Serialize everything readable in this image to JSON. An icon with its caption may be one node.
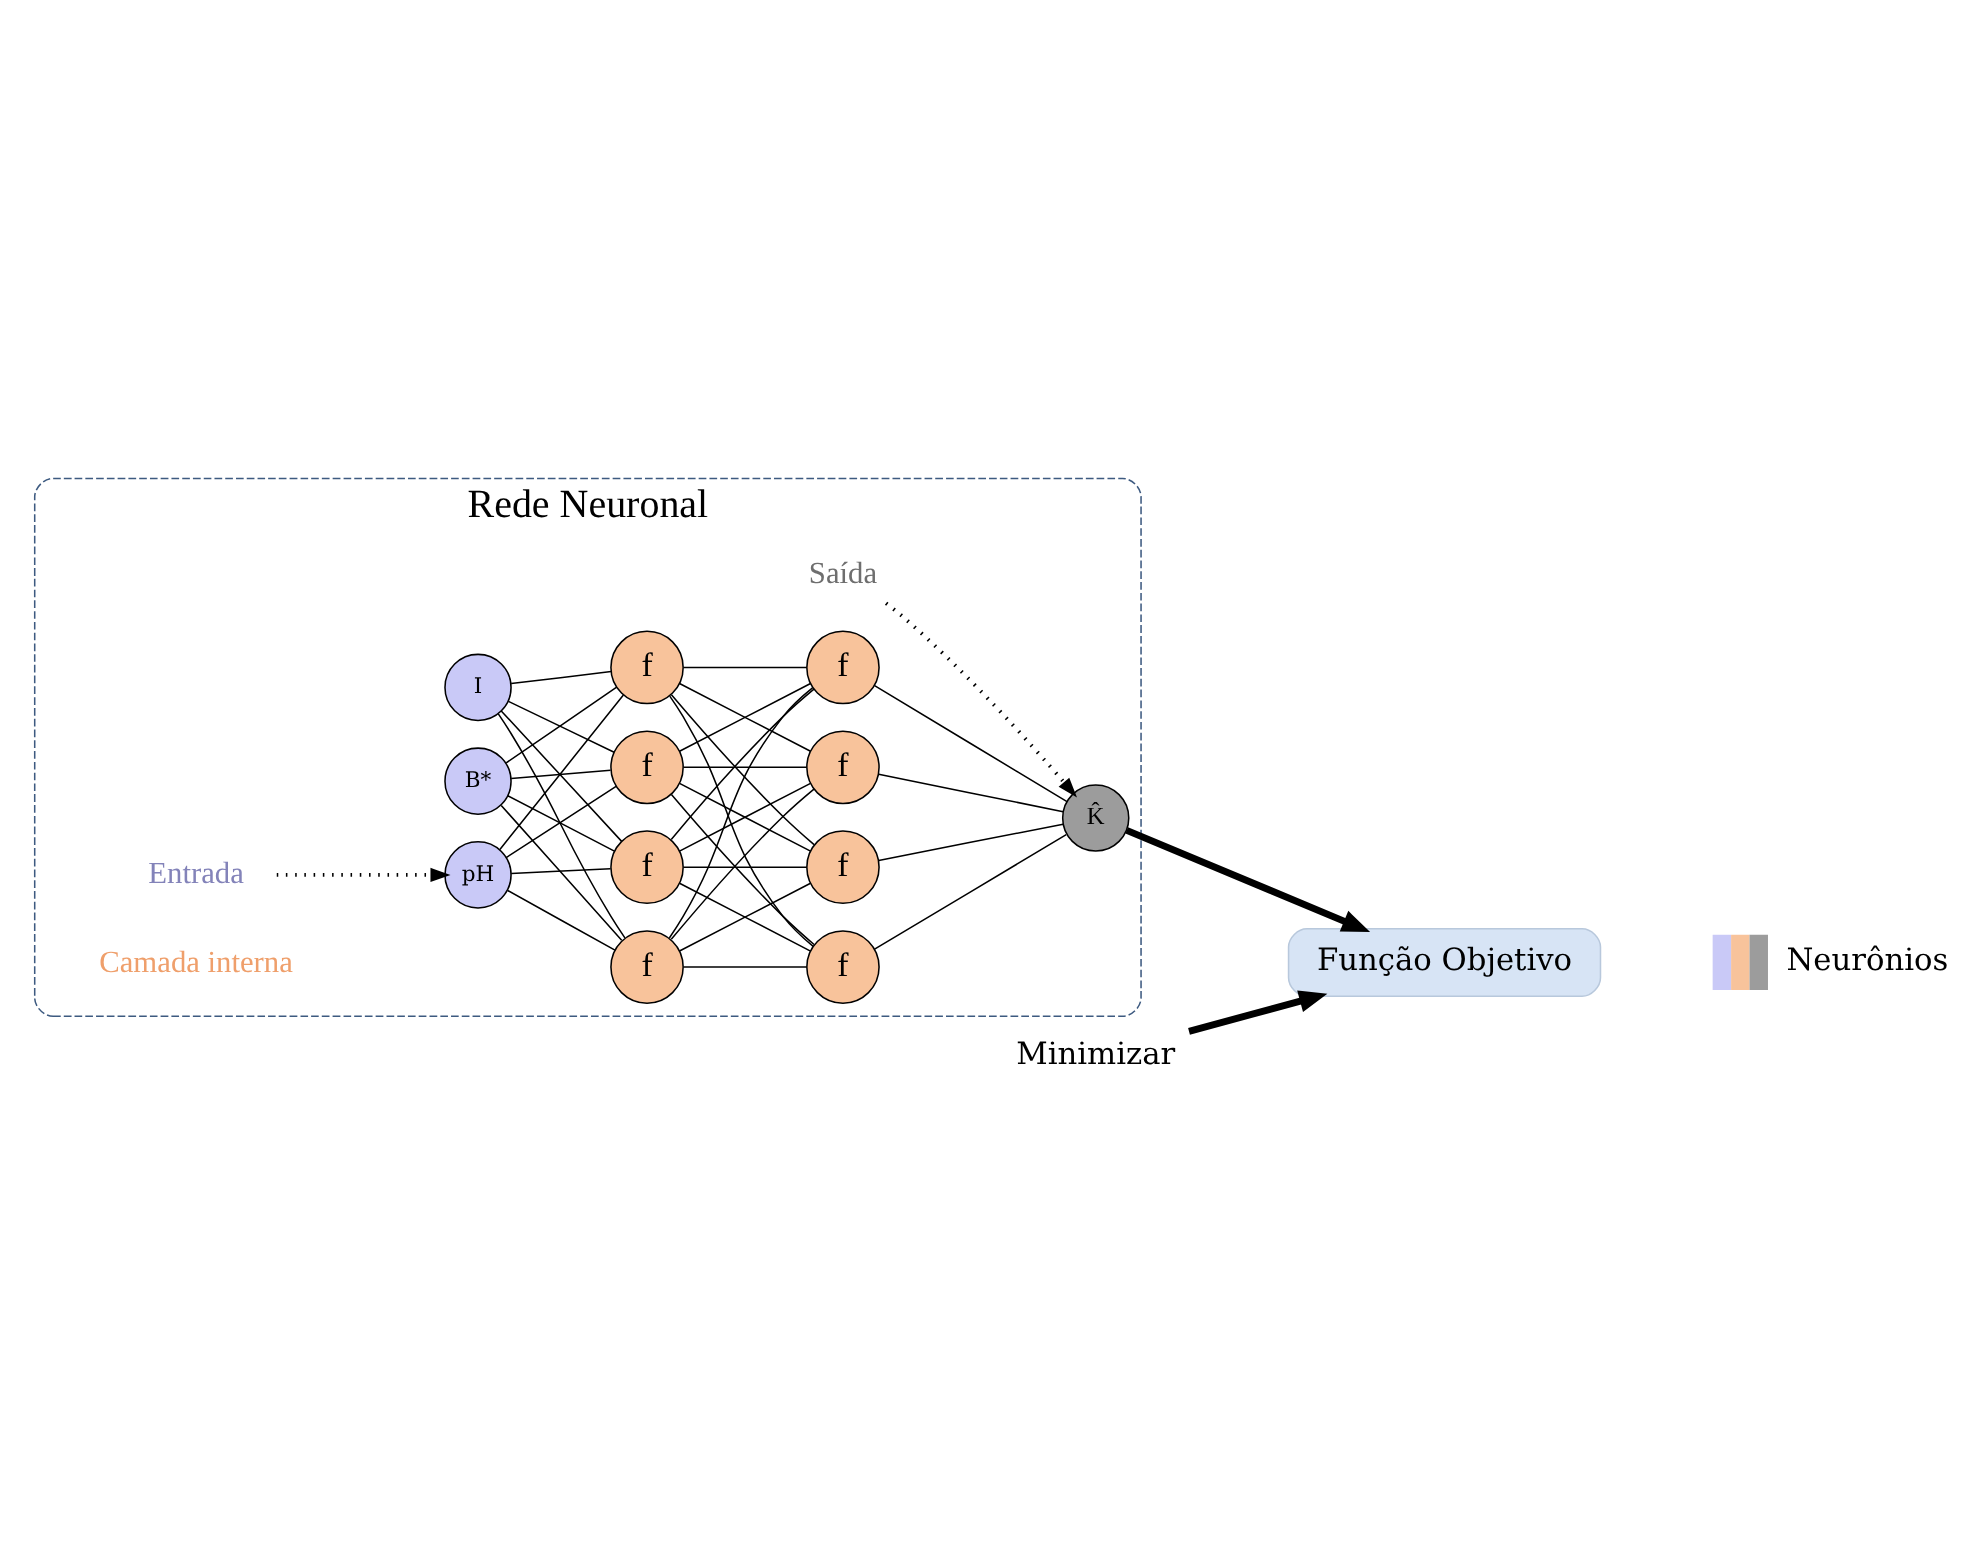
{
  "diagram": {
    "nodes": [
      {
        "text": [
          "Rede Neuronal"
        ]
      },
      {
        "text": [
          "Entrada"
        ],
        "in": 0
      },
      {
        "text": [
          "Saída"
        ],
        "in": 0
      },
      {
        "text": [
          "pH"
        ],
        "in": 0
      },
      {
        "text": [
          "I"
        ],
        "in": 0
      },
      {
        "text": [
          "B*"
        ],
        "in": 0
      },
      {
        "text": [
          "f"
        ],
        "in": 0
      },
      {
        "text": [
          "f"
        ],
        "in": 0
      },
      {
        "text": [
          "f"
        ],
        "in": 0
      },
      {
        "text": [
          "f"
        ],
        "in": 0
      },
      {
        "text": [
          "f"
        ],
        "in": 0
      },
      {
        "text": [
          "f"
        ],
        "in": 0
      },
      {
        "text": [
          "f"
        ],
        "in": 0
      },
      {
        "text": [
          "f"
        ],
        "in": 0
      },
      {
        "text": [
          "K̂"
        ],
        "in": 0
      },
      {
        "text": [
          "Função Objetivo"
        ]
      },
      {
        "text": [
          "Minimizar"
        ]
      }
    ],
    "edges": [
      {
        "from": 1,
        "to": 3,
        "arrow": "to",
        "style": "dashed"
      },
      {
        "from": 2,
        "to": 14,
        "arrow": "to",
        "style": "dashed"
      },
      {
        "from": 3,
        "to": 6,
        "arrow": "none"
      },
      {
        "from": 3,
        "to": 7,
        "arrow": "none"
      },
      {
        "from": 3,
        "to": 8,
        "arrow": "none"
      },
      {
        "from": 3,
        "to": 9,
        "arrow": "none"
      },
      {
        "from": 4,
        "to": 6,
        "arrow": "none"
      },
      {
        "from": 4,
        "to": 7,
        "arrow": "none"
      },
      {
        "from": 4,
        "to": 8,
        "arrow": "none"
      },
      {
        "from": 4,
        "to": 9,
        "arrow": "none"
      },
      {
        "from": 5,
        "to": 6,
        "arrow": "none"
      },
      {
        "from": 5,
        "to": 7,
        "arrow": "none"
      },
      {
        "from": 5,
        "to": 8,
        "arrow": "none"
      },
      {
        "from": 5,
        "to": 9,
        "arrow": "none"
      },
      {
        "from": 6,
        "to": 10,
        "arrow": "none"
      },
      {
        "from": 6,
        "to": 11,
        "arrow": "none"
      },
      {
        "from": 6,
        "to": 12,
        "arrow": "none"
      },
      {
        "from": 6,
        "to": 13,
        "arrow": "none"
      },
      {
        "from": 7,
        "to": 10,
        "arrow": "none"
      },
      {
        "from": 7,
        "to": 11,
        "arrow": "none"
      },
      {
        "from": 7,
        "to": 12,
        "arrow": "none"
      },
      {
        "from": 7,
        "to": 13,
        "arrow": "none"
      },
      {
        "from": 8,
        "to": 10,
        "arrow": "none"
      },
      {
        "from": 8,
        "to": 11,
        "arrow": "none"
      },
      {
        "from": 8,
        "to": 12,
        "arrow": "none"
      },
      {
        "from": 8,
        "to": 13,
        "arrow": "none"
      },
      {
        "from": 9,
        "to": 10,
        "arrow": "none"
      },
      {
        "from": 9,
        "to": 11,
        "arrow": "none"
      },
      {
        "from": 9,
        "to": 12,
        "arrow": "none"
      },
      {
        "from": 9,
        "to": 13,
        "arrow": "none"
      },
      {
        "from": 10,
        "to": 14,
        "arrow": "none"
      },
      {
        "from": 11,
        "to": 14,
        "arrow": "none"
      },
      {
        "from": 12,
        "to": 14,
        "arrow": "none"
      },
      {
        "from": 13,
        "to": 14,
        "arrow": "none"
      },
      {
        "from": 14,
        "to": 15,
        "arrow": "to",
        "style": "thick"
      },
      {
        "from": 16,
        "to": 15,
        "arrow": "to",
        "style": "thick"
      }
    ],
    "labels": [
      "Camada interna"
    ],
    "legend": [
      {
        "text": "Neurônios"
      }
    ]
  }
}
